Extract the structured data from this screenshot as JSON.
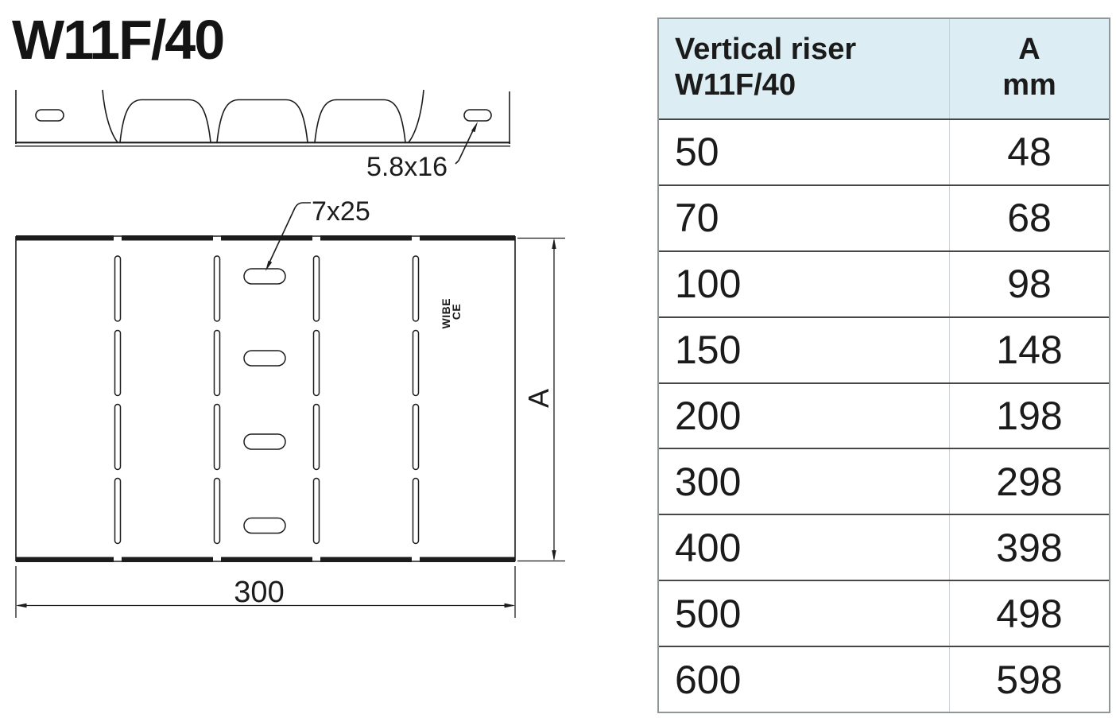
{
  "title": "W11F/40",
  "drawing": {
    "profile_slot_label": "5.8x16",
    "plan_slot_label": "7x25",
    "width_dim": "300",
    "height_dim_label": "A",
    "brand_line1": "WIBE",
    "brand_line2": "CE",
    "line_color": "#1c1c1c"
  },
  "table": {
    "header_bg": "#dcedf4",
    "header": {
      "col1_line1": "Vertical riser",
      "col1_line2": "W11F/40",
      "col2_line1": "A",
      "col2_line2": "mm"
    },
    "rows": [
      {
        "size": "50",
        "a": "48"
      },
      {
        "size": "70",
        "a": "68"
      },
      {
        "size": "100",
        "a": "98"
      },
      {
        "size": "150",
        "a": "148"
      },
      {
        "size": "200",
        "a": "198"
      },
      {
        "size": "300",
        "a": "298"
      },
      {
        "size": "400",
        "a": "398"
      },
      {
        "size": "500",
        "a": "498"
      },
      {
        "size": "600",
        "a": "598"
      }
    ]
  }
}
